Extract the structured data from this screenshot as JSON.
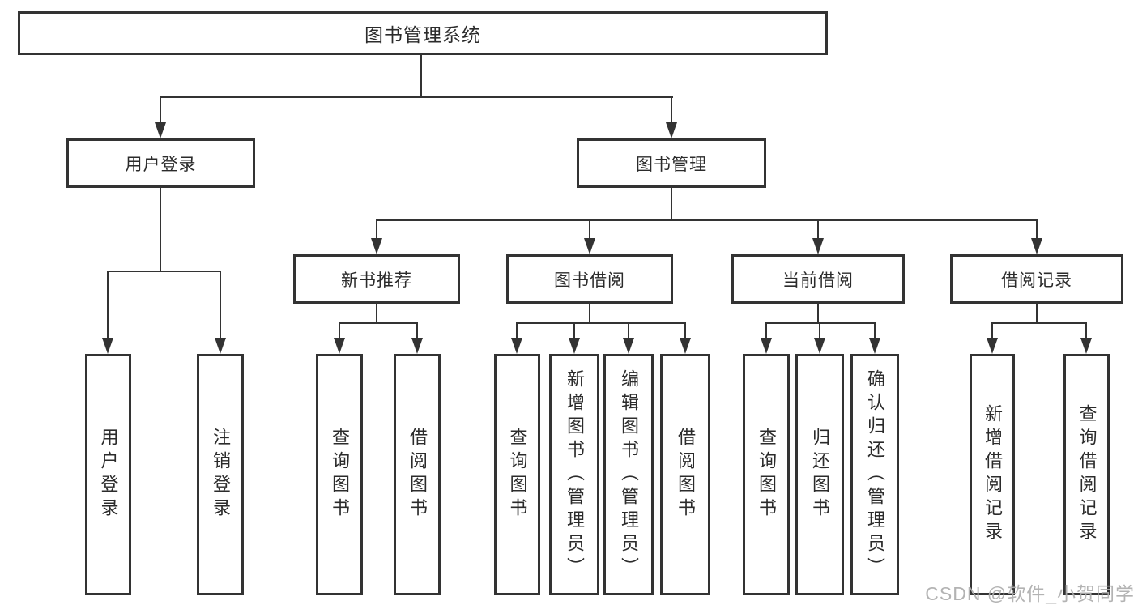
{
  "diagram": {
    "title": "图书管理系统",
    "level2": {
      "user_login": "用户登录",
      "book_mgmt": "图书管理"
    },
    "level3": {
      "new_books": "新书推荐",
      "book_borrow": "图书借阅",
      "current_borrow": "当前借阅",
      "borrow_records": "借阅记录"
    },
    "leaves": {
      "user_login": [
        "用户登录",
        "注销登录"
      ],
      "new_books": [
        "查询图书",
        "借阅图书"
      ],
      "book_borrow": [
        "查询图书",
        "新增图书（管理员）",
        "编辑图书（管理员）",
        "借阅图书"
      ],
      "current_borrow": [
        "查询图书",
        "归还图书",
        "确认归还（管理员）"
      ],
      "borrow_records": [
        "新增借阅记录",
        "查询借阅记录"
      ]
    }
  },
  "watermark": {
    "text": "CSDN @软件_小贺同学",
    "color": "#acacac"
  },
  "colors": {
    "line": "#333333",
    "text": "#2b2b2b",
    "box_background": "#ffffff",
    "page_background": "#ffffff"
  }
}
